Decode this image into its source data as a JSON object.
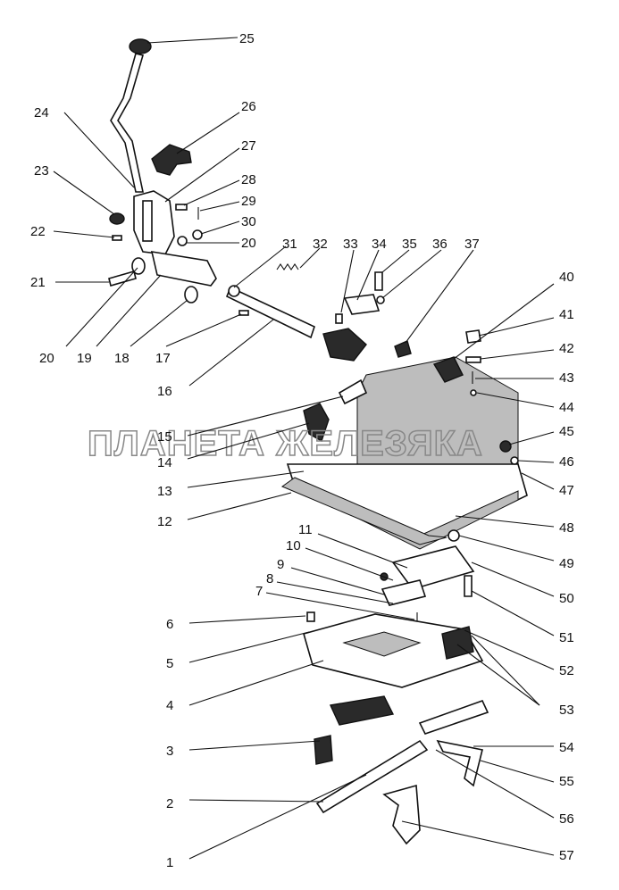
{
  "watermark": "ПЛАНЕТА ЖЕЛЕЗЯКА",
  "labels": [
    {
      "id": "25",
      "text": "25"
    },
    {
      "id": "24",
      "text": "24"
    },
    {
      "id": "26",
      "text": "26"
    },
    {
      "id": "27",
      "text": "27"
    },
    {
      "id": "23",
      "text": "23"
    },
    {
      "id": "28",
      "text": "28"
    },
    {
      "id": "29",
      "text": "29"
    },
    {
      "id": "30",
      "text": "30"
    },
    {
      "id": "22",
      "text": "22"
    },
    {
      "id": "20a",
      "text": "20"
    },
    {
      "id": "31",
      "text": "31"
    },
    {
      "id": "32",
      "text": "32"
    },
    {
      "id": "33",
      "text": "33"
    },
    {
      "id": "34",
      "text": "34"
    },
    {
      "id": "35",
      "text": "35"
    },
    {
      "id": "36",
      "text": "36"
    },
    {
      "id": "37",
      "text": "37"
    },
    {
      "id": "21",
      "text": "21"
    },
    {
      "id": "40",
      "text": "40"
    },
    {
      "id": "41",
      "text": "41"
    },
    {
      "id": "42",
      "text": "42"
    },
    {
      "id": "20b",
      "text": "20"
    },
    {
      "id": "19",
      "text": "19"
    },
    {
      "id": "18",
      "text": "18"
    },
    {
      "id": "17",
      "text": "17"
    },
    {
      "id": "43",
      "text": "43"
    },
    {
      "id": "16",
      "text": "16"
    },
    {
      "id": "44",
      "text": "44"
    },
    {
      "id": "15",
      "text": "15"
    },
    {
      "id": "45",
      "text": "45"
    },
    {
      "id": "46",
      "text": "46"
    },
    {
      "id": "14",
      "text": "14"
    },
    {
      "id": "47",
      "text": "47"
    },
    {
      "id": "13",
      "text": "13"
    },
    {
      "id": "48",
      "text": "48"
    },
    {
      "id": "12",
      "text": "12"
    },
    {
      "id": "11",
      "text": "11"
    },
    {
      "id": "49",
      "text": "49"
    },
    {
      "id": "10",
      "text": "10"
    },
    {
      "id": "9",
      "text": "9"
    },
    {
      "id": "50",
      "text": "50"
    },
    {
      "id": "8",
      "text": "8"
    },
    {
      "id": "7",
      "text": "7"
    },
    {
      "id": "51",
      "text": "51"
    },
    {
      "id": "6",
      "text": "6"
    },
    {
      "id": "52",
      "text": "52"
    },
    {
      "id": "5",
      "text": "5"
    },
    {
      "id": "4",
      "text": "4"
    },
    {
      "id": "53",
      "text": "53"
    },
    {
      "id": "3",
      "text": "3"
    },
    {
      "id": "54",
      "text": "54"
    },
    {
      "id": "55",
      "text": "55"
    },
    {
      "id": "2",
      "text": "2"
    },
    {
      "id": "56",
      "text": "56"
    },
    {
      "id": "1",
      "text": "1"
    },
    {
      "id": "57",
      "text": "57"
    }
  ]
}
